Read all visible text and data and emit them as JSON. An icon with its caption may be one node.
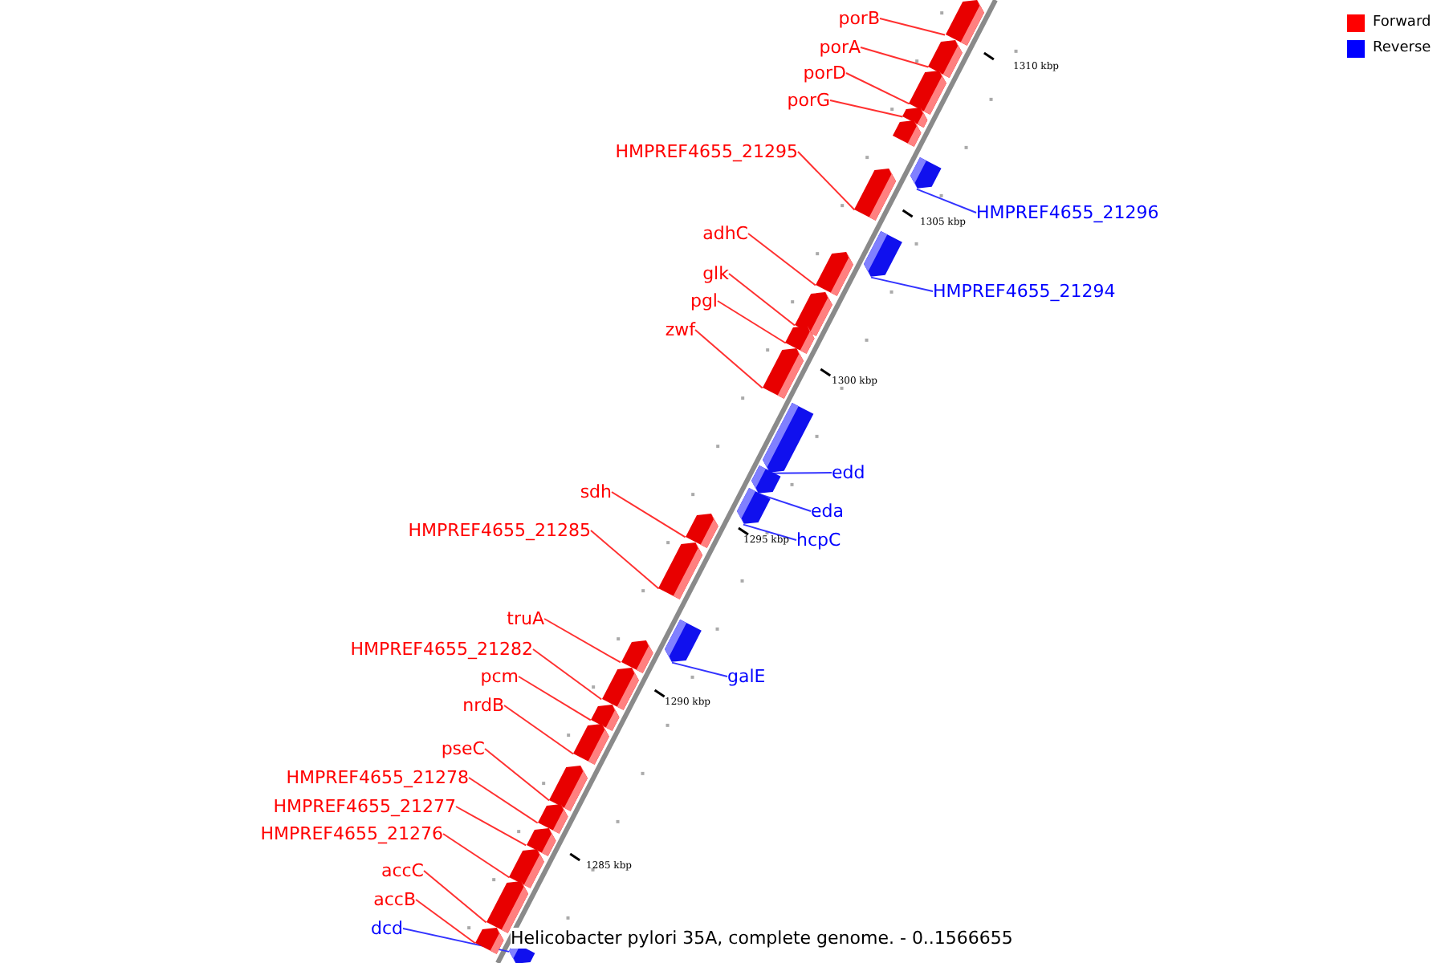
{
  "diagram": {
    "nodes": [
      {
        "text": [
          "porB"
        ]
      },
      {
        "text": [],
        "shape": "box"
      },
      {
        "text": [
          "porA"
        ]
      },
      {
        "text": [],
        "shape": "box"
      },
      {
        "text": [
          "porD"
        ]
      },
      {
        "text": [],
        "shape": "box"
      },
      {
        "text": [
          "porG"
        ]
      },
      {
        "text": [],
        "shape": "box"
      },
      {
        "text": [],
        "shape": "box"
      },
      {
        "text": [
          "HMPREF4655_21295"
        ]
      },
      {
        "text": [],
        "shape": "box"
      },
      {
        "text": [
          "HMPREF4655_21296"
        ]
      },
      {
        "text": [],
        "shape": "box"
      },
      {
        "text": [
          "HMPREF4655_21294"
        ]
      },
      {
        "text": [],
        "shape": "box"
      },
      {
        "text": [
          "adhC"
        ]
      },
      {
        "text": [],
        "shape": "box"
      },
      {
        "text": [
          "glk"
        ]
      },
      {
        "text": [],
        "shape": "box"
      },
      {
        "text": [
          "pgl"
        ]
      },
      {
        "text": [],
        "shape": "box"
      },
      {
        "text": [
          "zwf"
        ]
      },
      {
        "text": [],
        "shape": "box"
      },
      {
        "text": [
          "edd"
        ]
      },
      {
        "text": [],
        "shape": "box"
      },
      {
        "text": [
          "eda"
        ]
      },
      {
        "text": [],
        "shape": "box"
      },
      {
        "text": [
          "sdh"
        ]
      },
      {
        "text": [],
        "shape": "box"
      },
      {
        "text": [
          "hcpC"
        ]
      },
      {
        "text": [],
        "shape": "box"
      },
      {
        "text": [
          "HMPREF4655_21285"
        ]
      },
      {
        "text": [],
        "shape": "box"
      },
      {
        "text": [
          "galE"
        ]
      },
      {
        "text": [],
        "shape": "box"
      },
      {
        "text": [
          "truA"
        ]
      },
      {
        "text": [],
        "shape": "box"
      },
      {
        "text": [
          "HMPREF4655_21282"
        ]
      },
      {
        "text": [],
        "shape": "box"
      },
      {
        "text": [
          "pcm"
        ]
      },
      {
        "text": [],
        "shape": "box"
      },
      {
        "text": [
          "nrdB"
        ]
      },
      {
        "text": [],
        "shape": "box"
      },
      {
        "text": [
          "pseC"
        ]
      },
      {
        "text": [],
        "shape": "box"
      },
      {
        "text": [
          "HMPREF4655_21278"
        ]
      },
      {
        "text": [],
        "shape": "box"
      },
      {
        "text": [
          "HMPREF4655_21277"
        ]
      },
      {
        "text": [],
        "shape": "box"
      },
      {
        "text": [
          "HMPREF4655_21276"
        ]
      },
      {
        "text": [],
        "shape": "box"
      },
      {
        "text": [
          "accC"
        ]
      },
      {
        "text": [],
        "shape": "box"
      },
      {
        "text": [
          "accB"
        ]
      },
      {
        "text": [],
        "shape": "box"
      },
      {
        "text": [
          "dcd"
        ]
      },
      {
        "text": [],
        "shape": "box"
      }
    ],
    "edges": [
      {
        "from": 0,
        "to": 1,
        "arrow": "none"
      },
      {
        "from": 2,
        "to": 3,
        "arrow": "none"
      },
      {
        "from": 4,
        "to": 5,
        "arrow": "none"
      },
      {
        "from": 6,
        "to": 7,
        "arrow": "none"
      },
      {
        "from": 9,
        "to": 10,
        "arrow": "none"
      },
      {
        "from": 11,
        "to": 12,
        "arrow": "none",
        "color": "#3333ff"
      },
      {
        "from": 13,
        "to": 14,
        "arrow": "none",
        "color": "#3333ff"
      },
      {
        "from": 15,
        "to": 16,
        "arrow": "none"
      },
      {
        "from": 17,
        "to": 18,
        "arrow": "none"
      },
      {
        "from": 19,
        "to": 20,
        "arrow": "none"
      },
      {
        "from": 21,
        "to": 22,
        "arrow": "none"
      },
      {
        "from": 23,
        "to": 24,
        "arrow": "none",
        "color": "#3333ff"
      },
      {
        "from": 25,
        "to": 26,
        "arrow": "none",
        "color": "#3333ff"
      },
      {
        "from": 27,
        "to": 28,
        "arrow": "none"
      },
      {
        "from": 29,
        "to": 30,
        "arrow": "none",
        "color": "#3333ff"
      },
      {
        "from": 31,
        "to": 32,
        "arrow": "none"
      },
      {
        "from": 33,
        "to": 34,
        "arrow": "none",
        "color": "#3333ff"
      },
      {
        "from": 35,
        "to": 36,
        "arrow": "none"
      },
      {
        "from": 37,
        "to": 38,
        "arrow": "none"
      },
      {
        "from": 39,
        "to": 40,
        "arrow": "none"
      },
      {
        "from": 41,
        "to": 42,
        "arrow": "none"
      },
      {
        "from": 43,
        "to": 44,
        "arrow": "none"
      },
      {
        "from": 45,
        "to": 46,
        "arrow": "none"
      },
      {
        "from": 47,
        "to": 48,
        "arrow": "none"
      },
      {
        "from": 49,
        "to": 50,
        "arrow": "none"
      },
      {
        "from": 51,
        "to": 52,
        "arrow": "none"
      },
      {
        "from": 53,
        "to": 54,
        "arrow": "none"
      },
      {
        "from": 55,
        "to": 56,
        "arrow": "none",
        "color": "#3333ff"
      }
    ],
    "labels": [
      "1310 kbp",
      "1305 kbp",
      "1300 kbp",
      "1295 kbp",
      "1290 kbp",
      "1285 kbp",
      "Helicobacter pylori 35A, complete genome. - 0..1566655"
    ],
    "legend": [
      {
        "text": "Forward",
        "color": "#ff0000"
      },
      {
        "text": "Reverse",
        "color": "#0000ff"
      }
    ]
  }
}
